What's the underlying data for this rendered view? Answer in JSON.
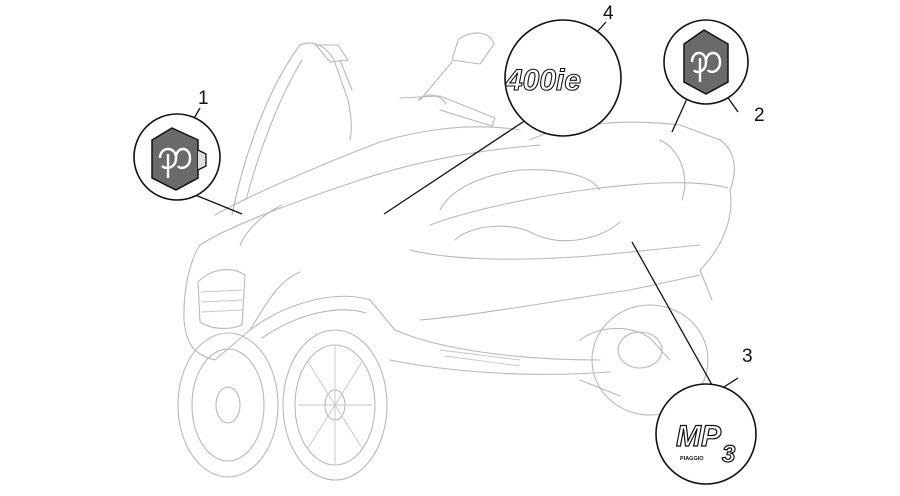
{
  "callouts": [
    {
      "number": "1"
    },
    {
      "number": "2"
    },
    {
      "number": "3"
    },
    {
      "number": "4"
    }
  ],
  "badge_model": {
    "text": "400ie"
  },
  "badge_mp3": {
    "brand": "PIAGGIO",
    "mark": "MP",
    "digit": "3"
  },
  "colors": {
    "outline": "#b8b8b8",
    "ink": "#111111",
    "badge_fill": "#6a6a6a"
  }
}
